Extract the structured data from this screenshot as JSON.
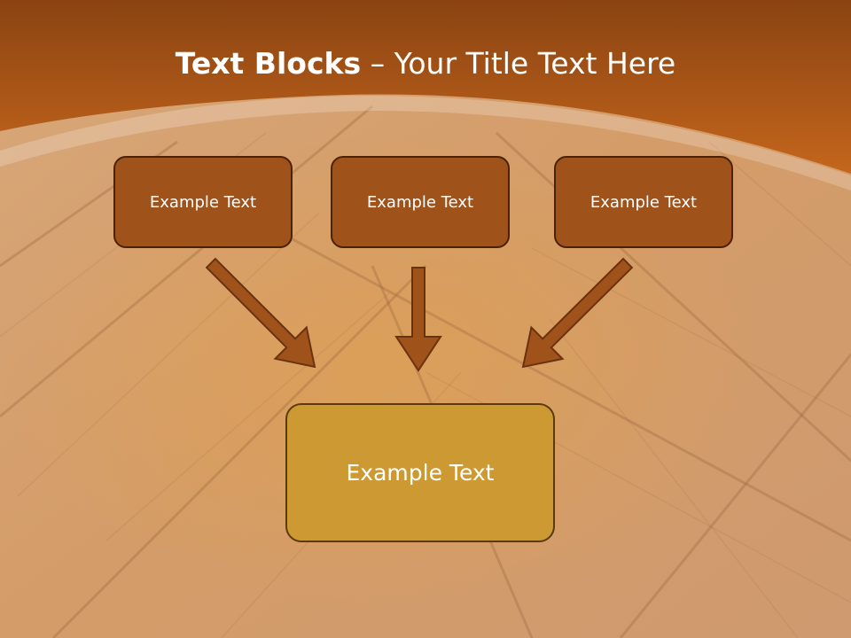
{
  "title": {
    "bold": "Text Blocks",
    "separator": " – ",
    "rest": "Your Title Text Here"
  },
  "blocks": [
    "Example Text",
    "Example Text",
    "Example Text"
  ],
  "target": "Example Text",
  "colors": {
    "header": "#b85f1a",
    "block_fill": "#a0521b",
    "block_border": "#4a2206",
    "target_fill": "#cd9933",
    "arrow": "#a0521b"
  }
}
